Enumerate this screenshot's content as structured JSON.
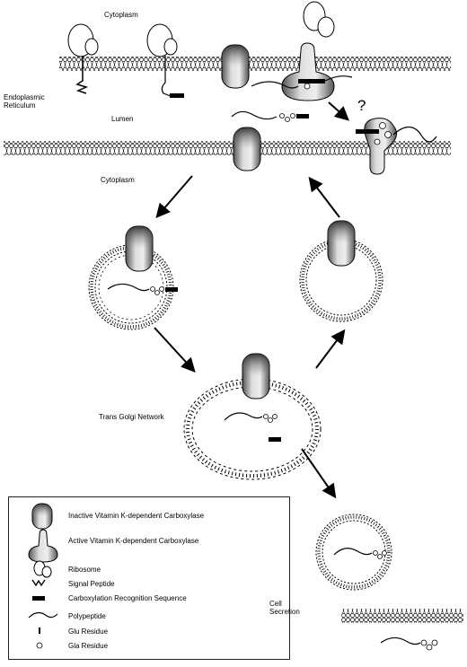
{
  "labels": {
    "cytoplasm_top": "Cytoplasm",
    "er": "Endoplasmic\nReticulum",
    "lumen": "Lumen",
    "cytoplasm_mid": "Cytoplasm",
    "golgi": "Trans Golgi Network",
    "secretion": "Cell\nSecretion",
    "question": "?"
  },
  "legend": [
    {
      "key": "inactive",
      "label": "Inactive Vitamin K-dependent Carboxylase"
    },
    {
      "key": "active",
      "label": "Active Vitamin K-dependent Carboxylase"
    },
    {
      "key": "ribosome",
      "label": "Ribosome"
    },
    {
      "key": "signal",
      "label": "Signal Peptide"
    },
    {
      "key": "recognition",
      "label": "Carboxylation Recognition Sequence"
    },
    {
      "key": "polypeptide",
      "label": "Polypeptide"
    },
    {
      "key": "glu",
      "label": "Glu Residue"
    },
    {
      "key": "gla",
      "label": "Gla Residue"
    }
  ]
}
